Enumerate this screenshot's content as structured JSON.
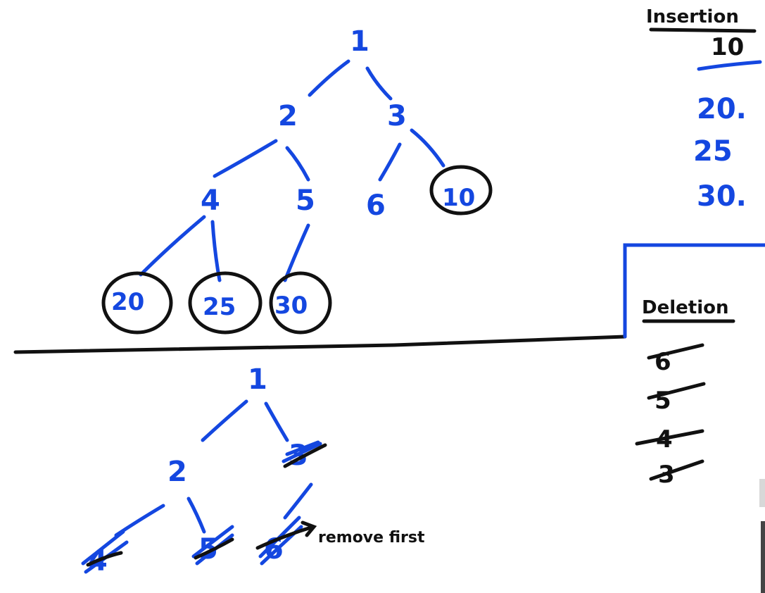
{
  "top_tree": {
    "nodes": [
      "1",
      "2",
      "3",
      "4",
      "5",
      "6",
      "10",
      "20",
      "25",
      "30"
    ],
    "circled": [
      "10",
      "20",
      "25",
      "30"
    ]
  },
  "bottom_tree": {
    "nodes": [
      "1",
      "2",
      "3",
      "4",
      "5",
      "6"
    ],
    "struck": [
      "3",
      "4",
      "5",
      "6"
    ],
    "annotation": "remove first"
  },
  "insertion": {
    "title": "Insertion",
    "items": [
      "10",
      "20.",
      "25",
      "30."
    ]
  },
  "deletion": {
    "title": "Deletion",
    "items": [
      "6",
      "5",
      "4",
      "3"
    ]
  },
  "colors": {
    "tree_ink": "#1447e0",
    "marker_ink": "#111111"
  }
}
